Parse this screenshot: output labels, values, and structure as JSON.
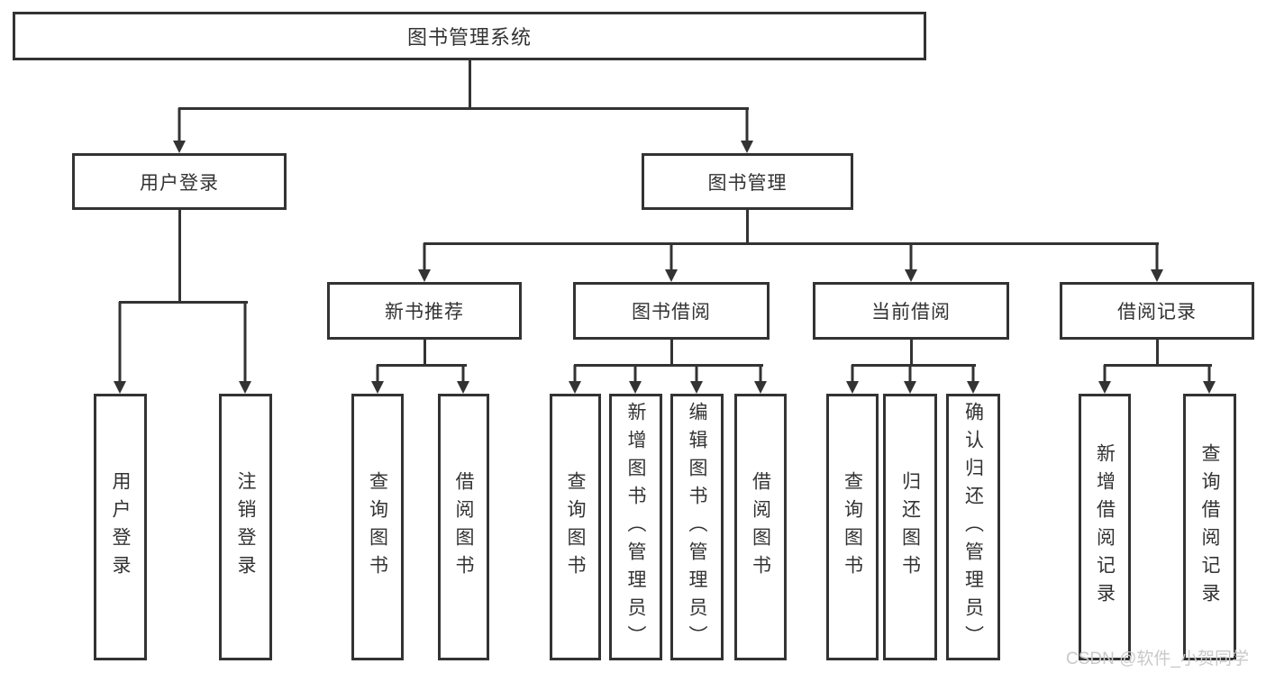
{
  "diagram": {
    "title_node": "图书管理系统",
    "level2": {
      "user_login": "用户登录",
      "book_mgmt": "图书管理"
    },
    "level3": {
      "new_books": "新书推荐",
      "book_borrow": "图书借阅",
      "current_borrow": "当前借阅",
      "borrow_records": "借阅记录"
    },
    "leaves": {
      "user_login": "用户登录",
      "logout": "注销登录",
      "nb_query_books": "查询图书",
      "nb_borrow_books": "借阅图书",
      "bb_query_books": "查询图书",
      "bb_add_books": "新增图书（管理员）",
      "bb_edit_books": "编辑图书（管理员）",
      "bb_borrow_books": "借阅图书",
      "cb_query_books": "查询图书",
      "cb_return_books": "归还图书",
      "cb_confirm_return": "确认归还（管理员）",
      "rec_add_record": "新增借阅记录",
      "rec_query_record": "查询借阅记录"
    },
    "colors": {
      "line": "#333333",
      "text": "#333333",
      "background": "#ffffff",
      "watermark": "#c9c9c9"
    }
  },
  "watermark": "CSDN @软件_小贺同学"
}
